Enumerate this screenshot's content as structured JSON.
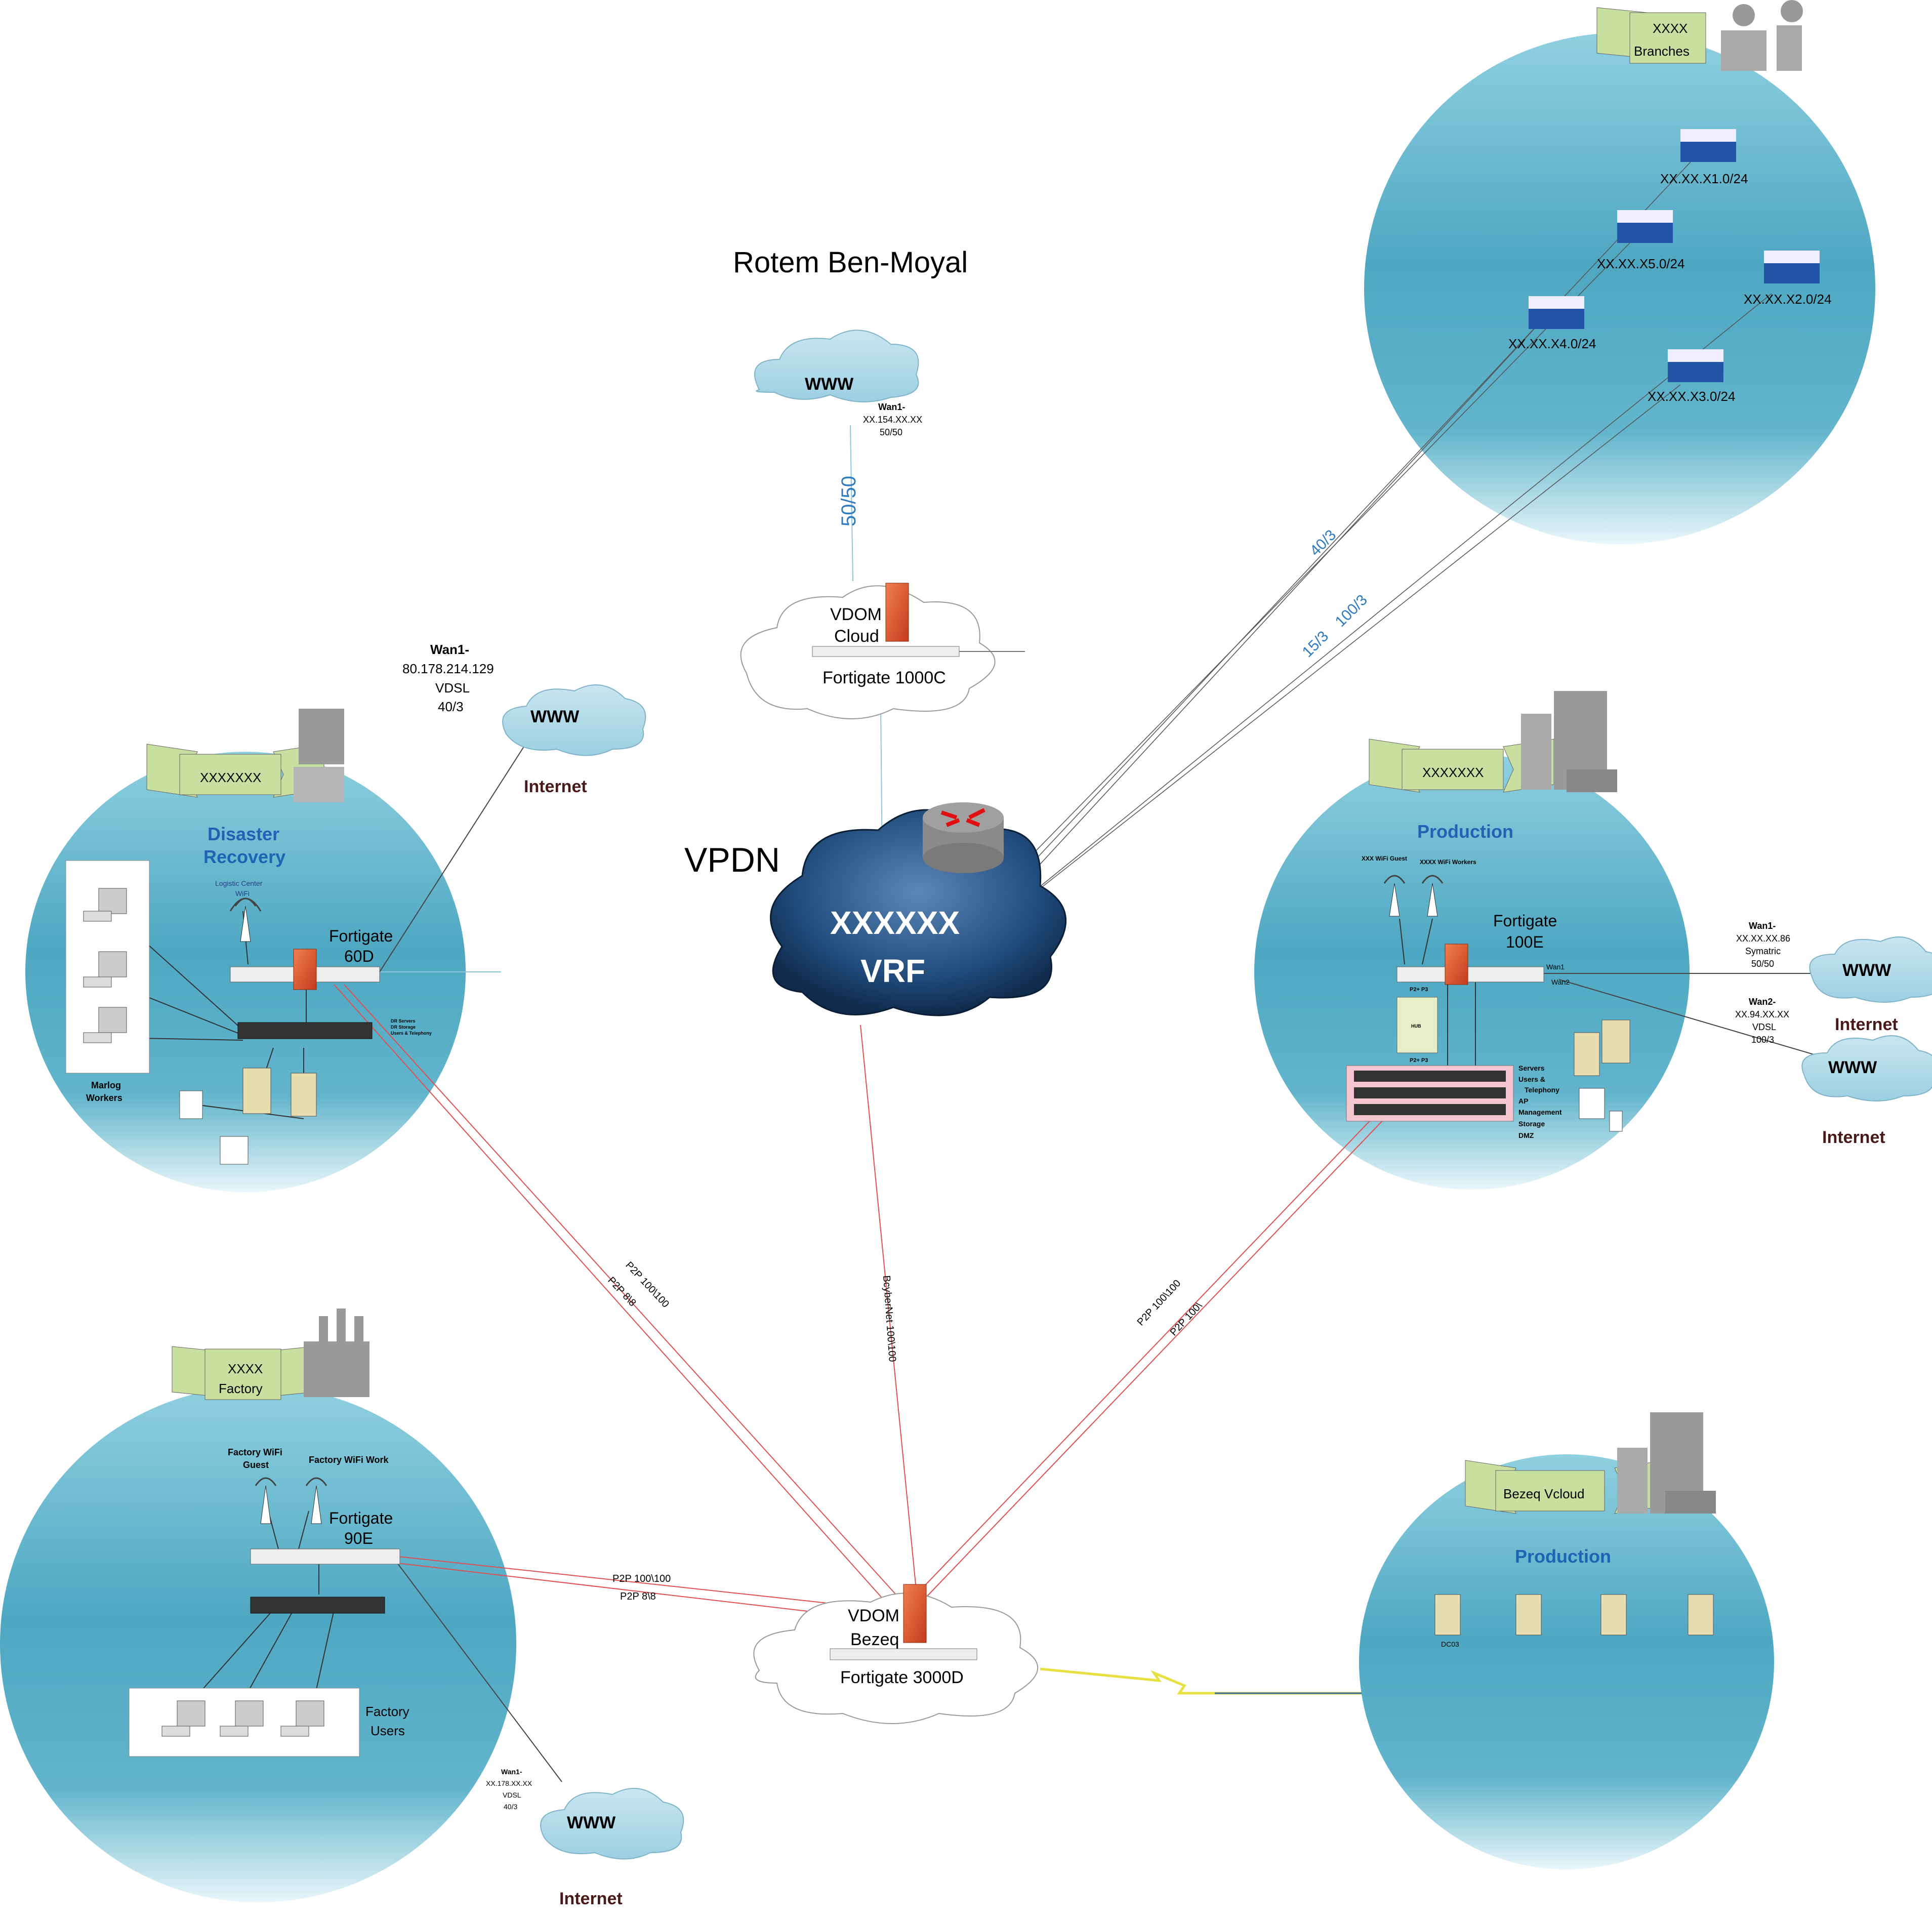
{
  "title": "Rotem Ben-Moyal",
  "vpdn_label": "VPDN",
  "vrf_cloud": {
    "line1": "XXXXXX",
    "line2": "VRF"
  },
  "www_label": "WWW",
  "internet_label": "Internet",
  "cloud_fw": {
    "vdom": "VDOM",
    "vdom2": "Cloud",
    "model": "Fortigate 1000C",
    "wan_line1": "Wan1-",
    "wan_line2": "XX.154.XX.XX",
    "wan_line3": "50/50",
    "link_speed": "50/50"
  },
  "bezeq_fw": {
    "vdom": "VDOM",
    "vdom2": "Bezeq",
    "model": "Fortigate 3000D"
  },
  "links": {
    "bcybernet": "BcyberNet 100\\100",
    "p2p_100": "P2P 100\\100",
    "p2p_8": "P2P 8\\8",
    "p2p_100_prod": "P2P 100\\100",
    "p2p_100_prod2": "P2P 100\\",
    "branch_40": "40/3",
    "branch_15": "15/3",
    "branch_100": "100/3"
  },
  "branches": {
    "banner_line1": "XXXX",
    "banner_line2": "Branches",
    "nets": [
      "XX.XX.X1.0/24",
      "XX.XX.X5.0/24",
      "XX.XX.X2.0/24",
      "XX.XX.X4.0/24",
      "XX.XX.X3.0/24"
    ]
  },
  "dr": {
    "banner": "XXXXXXX",
    "title_line1": "Disaster",
    "title_line2": "Recovery",
    "wifi_line1": "Logistic Center",
    "wifi_line2": "WiFi",
    "fw_line1": "Fortigate",
    "fw_line2": "60D",
    "wan_line1": "Wan1-",
    "wan_line2": "80.178.214.129",
    "wan_line3": "VDSL",
    "wan_line4": "40/3",
    "workers_line1": "Marlog",
    "workers_line2": "Workers",
    "bullets": [
      "DR Servers",
      "DR Storage",
      "Users & Telephony"
    ]
  },
  "production": {
    "banner": "XXXXXXX",
    "title": "Production",
    "wifi_guest": "XXX WiFi Guest",
    "wifi_workers": "XXXX WiFi Workers",
    "fw_line1": "Fortigate",
    "fw_line2": "100E",
    "wan1_port": "Wan1",
    "wan2_port": "Wan2",
    "p2p_top": "P2+ P3",
    "p2p_bottom": "P2+ P3",
    "mid_label": "HUB",
    "wan1_line1": "Wan1-",
    "wan1_line2": "XX.XX.XX.86",
    "wan1_line3": "Symatric",
    "wan1_line4": "50/50",
    "wan2_line1": "Wan2-",
    "wan2_line2": "XX.94.XX.XX",
    "wan2_line3": "VDSL",
    "wan2_line4": "100/3",
    "bullets": [
      "Servers",
      "Users &",
      "Telephony",
      "AP",
      "Management",
      "Storage",
      "DMZ"
    ]
  },
  "factory": {
    "banner_line1": "XXXX",
    "banner_line2": "Factory",
    "wifi_guest_line1": "Factory WiFi",
    "wifi_guest_line2": "Guest",
    "wifi_work": "Factory WiFi Work",
    "fw_line1": "Fortigate",
    "fw_line2": "90E",
    "users_line1": "Factory",
    "users_line2": "Users",
    "wan_line1": "Wan1-",
    "wan_line2": "XX.178.XX.XX",
    "wan_line3": "VDSL",
    "wan_line4": "40/3"
  },
  "vcloud": {
    "banner": "Bezeq Vcloud",
    "title": "Production",
    "server_label": "DC03"
  },
  "colors": {
    "circle_top": "#5bb3cc",
    "circle_mid": "#4ea7c2",
    "circle_bottom": "#d9f0f6",
    "banner": "#c9dfa0",
    "heading_blue": "#1f63b4",
    "red_link": "#e05050",
    "blue_link": "#8ec6dc"
  }
}
